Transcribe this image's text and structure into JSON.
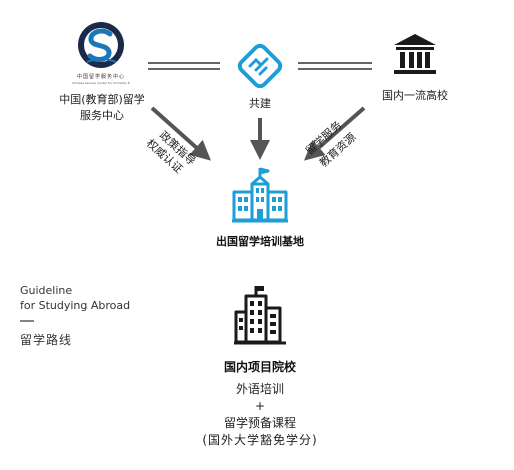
{
  "nodes": {
    "csc": {
      "label_line1": "中国(教育部)留学",
      "label_line2": "服务中心",
      "logo_text": "中国留学服务中心",
      "logo_subtext": "Chinese Service Center for Scholarly Exchange"
    },
    "cooperation": {
      "label": "共建"
    },
    "university": {
      "label": "国内一流高校"
    },
    "base": {
      "label": "出国留学培训基地"
    },
    "project": {
      "label": "国内项目院校"
    }
  },
  "edges": {
    "left": {
      "line1": "政策指导",
      "line2": "权威认证"
    },
    "right": {
      "line1": "留学服务",
      "line2": "教育资源"
    }
  },
  "guideline": {
    "en_line1": "Guideline",
    "en_line2": "for Studying Abroad",
    "zh": "留学路线"
  },
  "program": {
    "line1": "外语培训",
    "plus": "+",
    "line2": "留学预备课程",
    "line3": "(国外大学豁免学分)"
  },
  "colors": {
    "icon_blue": "#1e9ed6",
    "arrow_gray": "#555555",
    "dark": "#222222"
  }
}
